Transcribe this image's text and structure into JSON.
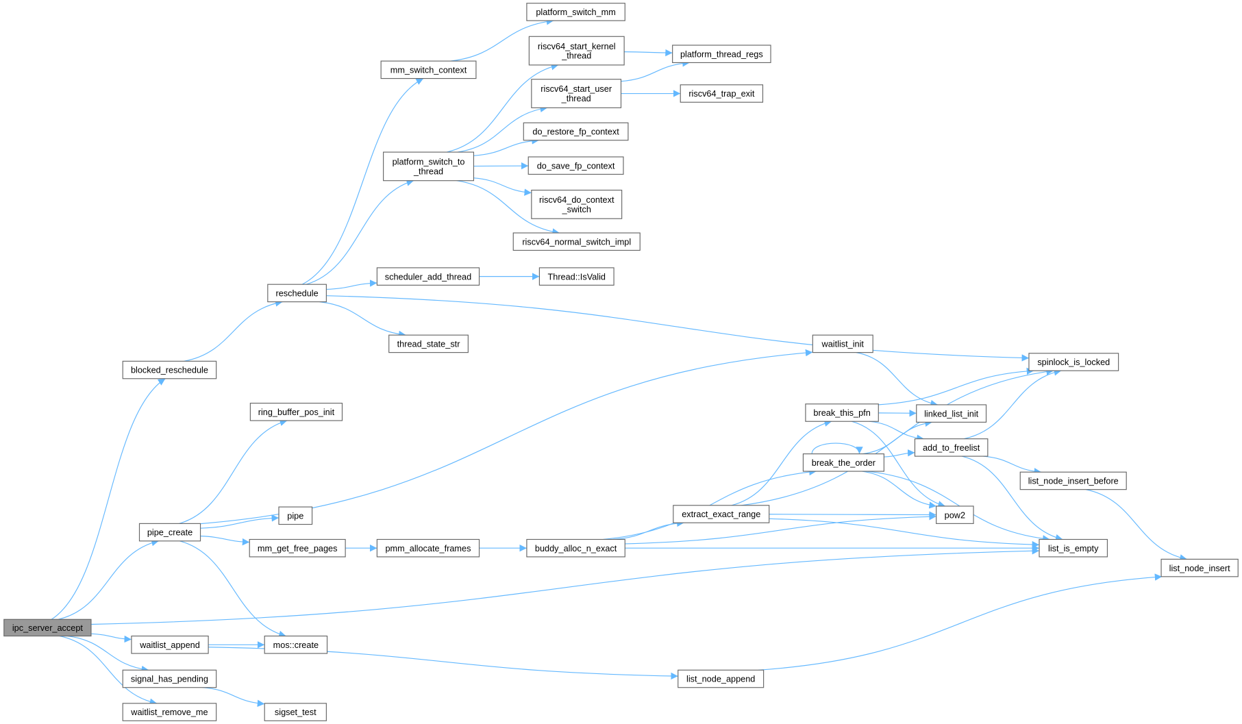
{
  "graph": {
    "title": "ipc_server_accept call graph",
    "root": "ipc_server_accept",
    "colors": {
      "edge": "#63b8ff",
      "node_border": "#666666",
      "root_fill": "#999999",
      "node_fill": "#ffffff"
    },
    "nodes": [
      {
        "id": "platform_switch_mm",
        "lines": [
          "platform_switch_mm"
        ]
      },
      {
        "id": "riscv64_start_kernel_thread",
        "lines": [
          "riscv64_start_kernel",
          "_thread"
        ]
      },
      {
        "id": "platform_thread_regs",
        "lines": [
          "platform_thread_regs"
        ]
      },
      {
        "id": "mm_switch_context",
        "lines": [
          "mm_switch_context"
        ]
      },
      {
        "id": "riscv64_start_user_thread",
        "lines": [
          "riscv64_start_user",
          "_thread"
        ]
      },
      {
        "id": "riscv64_trap_exit",
        "lines": [
          "riscv64_trap_exit"
        ]
      },
      {
        "id": "do_restore_fp_context",
        "lines": [
          "do_restore_fp_context"
        ]
      },
      {
        "id": "platform_switch_to_thread",
        "lines": [
          "platform_switch_to",
          "_thread"
        ]
      },
      {
        "id": "do_save_fp_context",
        "lines": [
          "do_save_fp_context"
        ]
      },
      {
        "id": "riscv64_do_context_switch",
        "lines": [
          "riscv64_do_context",
          "_switch"
        ]
      },
      {
        "id": "riscv64_normal_switch_impl",
        "lines": [
          "riscv64_normal_switch_impl"
        ]
      },
      {
        "id": "scheduler_add_thread",
        "lines": [
          "scheduler_add_thread"
        ]
      },
      {
        "id": "Thread::IsValid",
        "lines": [
          "Thread::IsValid"
        ]
      },
      {
        "id": "reschedule",
        "lines": [
          "reschedule"
        ]
      },
      {
        "id": "thread_state_str",
        "lines": [
          "thread_state_str"
        ]
      },
      {
        "id": "waitlist_init",
        "lines": [
          "waitlist_init"
        ]
      },
      {
        "id": "spinlock_is_locked",
        "lines": [
          "spinlock_is_locked"
        ]
      },
      {
        "id": "blocked_reschedule",
        "lines": [
          "blocked_reschedule"
        ]
      },
      {
        "id": "ring_buffer_pos_init",
        "lines": [
          "ring_buffer_pos_init"
        ]
      },
      {
        "id": "break_this_pfn",
        "lines": [
          "break_this_pfn"
        ]
      },
      {
        "id": "linked_list_init",
        "lines": [
          "linked_list_init"
        ]
      },
      {
        "id": "add_to_freelist",
        "lines": [
          "add_to_freelist"
        ]
      },
      {
        "id": "break_the_order",
        "lines": [
          "break_the_order"
        ]
      },
      {
        "id": "list_node_insert_before",
        "lines": [
          "list_node_insert_before"
        ]
      },
      {
        "id": "pipe",
        "lines": [
          "pipe"
        ]
      },
      {
        "id": "extract_exact_range",
        "lines": [
          "extract_exact_range"
        ]
      },
      {
        "id": "pow2",
        "lines": [
          "pow2"
        ]
      },
      {
        "id": "pipe_create",
        "lines": [
          "pipe_create"
        ]
      },
      {
        "id": "mm_get_free_pages",
        "lines": [
          "mm_get_free_pages"
        ]
      },
      {
        "id": "pmm_allocate_frames",
        "lines": [
          "pmm_allocate_frames"
        ]
      },
      {
        "id": "buddy_alloc_n_exact",
        "lines": [
          "buddy_alloc_n_exact"
        ]
      },
      {
        "id": "list_is_empty",
        "lines": [
          "list_is_empty"
        ]
      },
      {
        "id": "list_node_insert",
        "lines": [
          "list_node_insert"
        ]
      },
      {
        "id": "ipc_server_accept",
        "lines": [
          "ipc_server_accept"
        ]
      },
      {
        "id": "waitlist_append",
        "lines": [
          "waitlist_append"
        ]
      },
      {
        "id": "mos::create",
        "lines": [
          "mos::create"
        ]
      },
      {
        "id": "signal_has_pending",
        "lines": [
          "signal_has_pending"
        ]
      },
      {
        "id": "list_node_append",
        "lines": [
          "list_node_append"
        ]
      },
      {
        "id": "waitlist_remove_me",
        "lines": [
          "waitlist_remove_me"
        ]
      },
      {
        "id": "sigset_test",
        "lines": [
          "sigset_test"
        ]
      }
    ],
    "edges": [
      [
        "ipc_server_accept",
        "blocked_reschedule"
      ],
      [
        "ipc_server_accept",
        "pipe_create"
      ],
      [
        "ipc_server_accept",
        "list_is_empty"
      ],
      [
        "ipc_server_accept",
        "waitlist_append"
      ],
      [
        "ipc_server_accept",
        "signal_has_pending"
      ],
      [
        "ipc_server_accept",
        "waitlist_remove_me"
      ],
      [
        "blocked_reschedule",
        "reschedule"
      ],
      [
        "reschedule",
        "mm_switch_context"
      ],
      [
        "reschedule",
        "platform_switch_to_thread"
      ],
      [
        "reschedule",
        "scheduler_add_thread"
      ],
      [
        "reschedule",
        "thread_state_str"
      ],
      [
        "reschedule",
        "spinlock_is_locked"
      ],
      [
        "mm_switch_context",
        "platform_switch_mm"
      ],
      [
        "platform_switch_to_thread",
        "riscv64_start_kernel_thread"
      ],
      [
        "platform_switch_to_thread",
        "riscv64_start_user_thread"
      ],
      [
        "platform_switch_to_thread",
        "do_restore_fp_context"
      ],
      [
        "platform_switch_to_thread",
        "do_save_fp_context"
      ],
      [
        "platform_switch_to_thread",
        "riscv64_do_context_switch"
      ],
      [
        "platform_switch_to_thread",
        "riscv64_normal_switch_impl"
      ],
      [
        "riscv64_start_kernel_thread",
        "platform_thread_regs"
      ],
      [
        "riscv64_start_user_thread",
        "platform_thread_regs"
      ],
      [
        "riscv64_start_user_thread",
        "riscv64_trap_exit"
      ],
      [
        "scheduler_add_thread",
        "Thread::IsValid"
      ],
      [
        "pipe_create",
        "ring_buffer_pos_init"
      ],
      [
        "pipe_create",
        "waitlist_init"
      ],
      [
        "pipe_create",
        "pipe"
      ],
      [
        "pipe_create",
        "mm_get_free_pages"
      ],
      [
        "pipe_create",
        "mos::create"
      ],
      [
        "waitlist_init",
        "linked_list_init"
      ],
      [
        "mm_get_free_pages",
        "pmm_allocate_frames"
      ],
      [
        "pmm_allocate_frames",
        "buddy_alloc_n_exact"
      ],
      [
        "buddy_alloc_n_exact",
        "break_the_order"
      ],
      [
        "buddy_alloc_n_exact",
        "extract_exact_range"
      ],
      [
        "buddy_alloc_n_exact",
        "pow2"
      ],
      [
        "buddy_alloc_n_exact",
        "list_is_empty"
      ],
      [
        "extract_exact_range",
        "spinlock_is_locked"
      ],
      [
        "extract_exact_range",
        "break_this_pfn"
      ],
      [
        "extract_exact_range",
        "pow2"
      ],
      [
        "extract_exact_range",
        "list_is_empty"
      ],
      [
        "break_this_pfn",
        "spinlock_is_locked"
      ],
      [
        "break_this_pfn",
        "linked_list_init"
      ],
      [
        "break_this_pfn",
        "add_to_freelist"
      ],
      [
        "break_this_pfn",
        "pow2"
      ],
      [
        "break_the_order",
        "break_the_order"
      ],
      [
        "break_the_order",
        "linked_list_init"
      ],
      [
        "break_the_order",
        "add_to_freelist"
      ],
      [
        "break_the_order",
        "pow2"
      ],
      [
        "break_the_order",
        "list_is_empty"
      ],
      [
        "add_to_freelist",
        "spinlock_is_locked"
      ],
      [
        "add_to_freelist",
        "list_node_insert_before"
      ],
      [
        "add_to_freelist",
        "list_is_empty"
      ],
      [
        "list_node_insert_before",
        "list_node_insert"
      ],
      [
        "waitlist_append",
        "mos::create"
      ],
      [
        "waitlist_append",
        "list_node_append"
      ],
      [
        "list_node_append",
        "list_node_insert"
      ],
      [
        "signal_has_pending",
        "sigset_test"
      ]
    ]
  }
}
